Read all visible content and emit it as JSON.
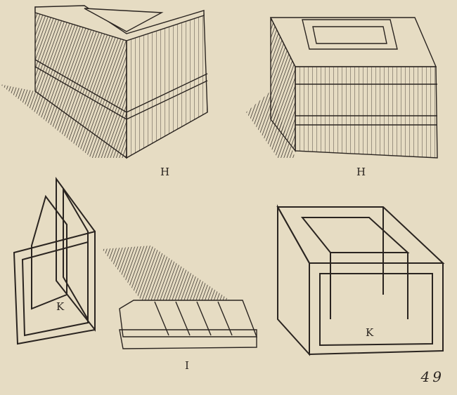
{
  "figures": [
    {
      "id": "solid-corner-block",
      "label": "H"
    },
    {
      "id": "solid-square-block",
      "label": "H"
    },
    {
      "id": "open-corner-frame",
      "label": "K"
    },
    {
      "id": "flat-plank-panel",
      "label": "I"
    },
    {
      "id": "open-square-frame",
      "label": "K"
    }
  ],
  "page_number": "49",
  "colors": {
    "paper": "#e6dcc3",
    "ink": "#2a2420"
  }
}
